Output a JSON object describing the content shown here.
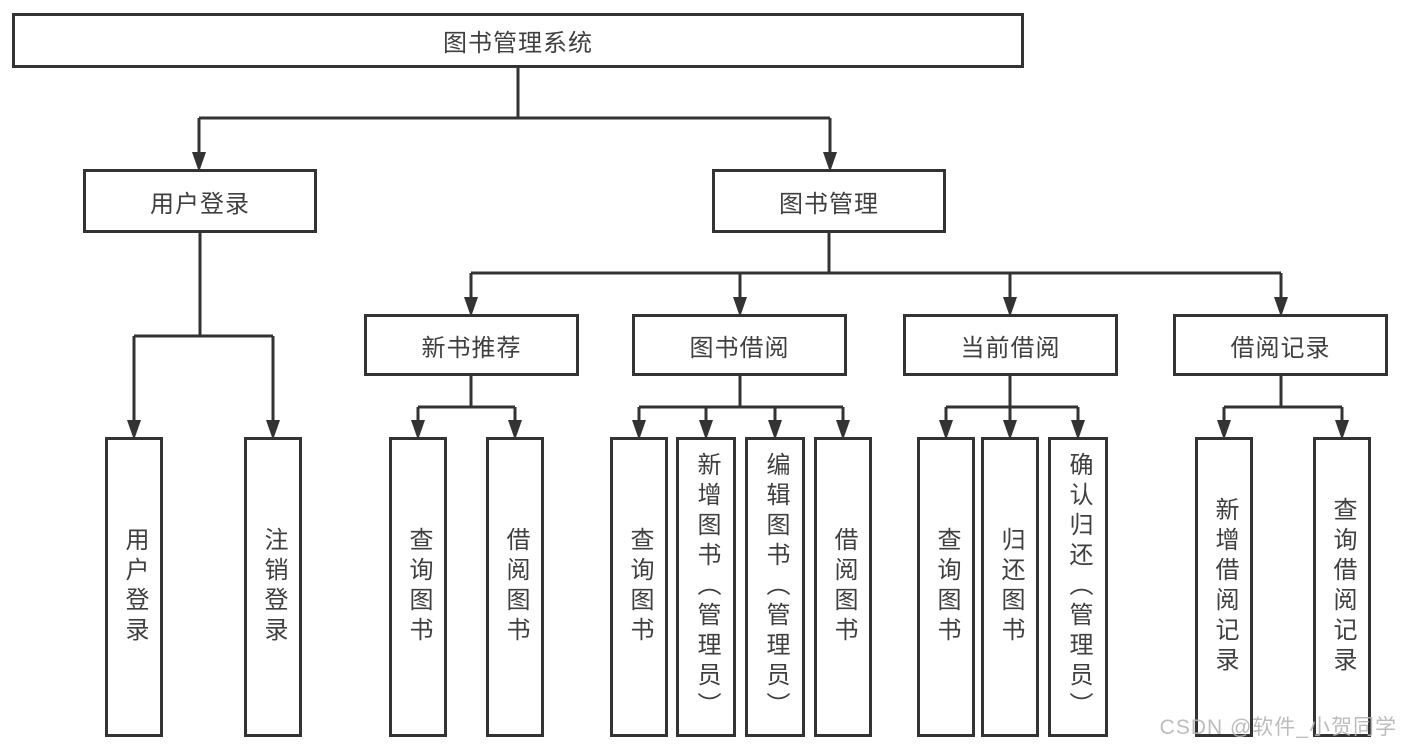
{
  "tree": {
    "root": {
      "label": "图书管理系统",
      "children": [
        {
          "label": "用户登录",
          "children": [
            {
              "label": "用户登录"
            },
            {
              "label": "注销登录"
            }
          ]
        },
        {
          "label": "图书管理",
          "children": [
            {
              "label": "新书推荐",
              "children": [
                {
                  "label": "查询图书"
                },
                {
                  "label": "借阅图书"
                }
              ]
            },
            {
              "label": "图书借阅",
              "children": [
                {
                  "label": "查询图书"
                },
                {
                  "label": "新增图书（管理员）"
                },
                {
                  "label": "编辑图书（管理员）"
                },
                {
                  "label": "借阅图书"
                }
              ]
            },
            {
              "label": "当前借阅",
              "children": [
                {
                  "label": "查询图书"
                },
                {
                  "label": "归还图书"
                },
                {
                  "label": "确认归还（管理员）"
                }
              ]
            },
            {
              "label": "借阅记录",
              "children": [
                {
                  "label": "新增借阅记录"
                },
                {
                  "label": "查询借阅记录"
                }
              ]
            }
          ]
        }
      ]
    }
  },
  "watermark": {
    "text": "CSDN @软件_小贺同学"
  },
  "colors": {
    "line": "#333333",
    "box_border": "#333333",
    "text": "#3f3f3f",
    "background": "#ffffff",
    "watermark_text": "#b5b5b5"
  }
}
